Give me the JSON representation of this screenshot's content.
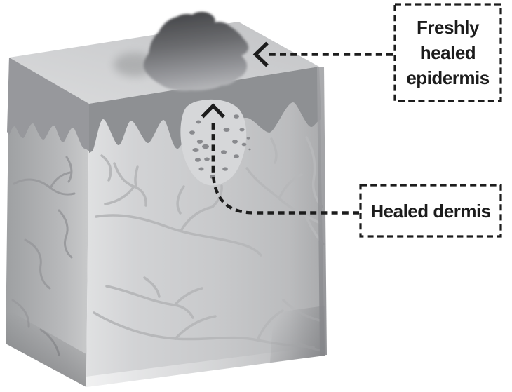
{
  "figure": {
    "labels": [
      {
        "id": "epidermis",
        "text": "Freshly\nhealed\nepidermis"
      },
      {
        "id": "dermis",
        "text": "Healed dermis"
      }
    ],
    "icons": {
      "arrow_to_epidermis": "dashed-arrow-left",
      "arrow_to_dermis": "dashed-arrow-up-curved"
    }
  },
  "theme": {
    "background": "#ffffff",
    "ink": "#1c1c1c",
    "label_fill": "#ffffff",
    "top_face": "#cfd0d2",
    "left_face": "#a8a9ab",
    "front_face": "#c9cacc",
    "epidermis_band": "#8e9093",
    "scar_dark": "#3f4043",
    "scar_light": "#b4b5b8",
    "healed_tissue": "#d6d7d9",
    "cell_dot": "#898a8e",
    "vessel": "#b7b8ba"
  }
}
